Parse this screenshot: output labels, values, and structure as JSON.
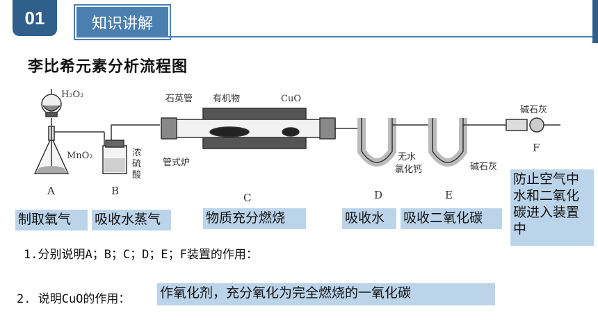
{
  "header": {
    "number": "01",
    "section": "知识讲解"
  },
  "title": "李比希元素分析流程图",
  "diagram": {
    "labels": {
      "h2o2": "H₂O₂",
      "mno2": "MnO₂",
      "acid": [
        "浓",
        "硫",
        "酸"
      ],
      "quartz": "石英管",
      "organic": "有机物",
      "cuo": "CuO",
      "furnace": "管式炉",
      "cacl2": [
        "无水",
        "氯化钙"
      ],
      "soda_lime_e": "碱石灰",
      "soda_lime_f": "碱石灰"
    },
    "letters": [
      "A",
      "B",
      "C",
      "D",
      "E",
      "F"
    ]
  },
  "answers": {
    "a": "制取氧气",
    "b": "吸收水蒸气",
    "c": "物质充分燃烧",
    "d": "吸收水",
    "e": "吸收二氧化碳",
    "f": "防止空气中水和二氧化碳进入装置中"
  },
  "questions": {
    "q1": "1.分别说明A；B；C；D；E；F装置的作用：",
    "q2": "2. 说明CuO的作用：",
    "q2_answer": "作氧化剂，充分氧化为完全燃烧的一氧化碳"
  }
}
